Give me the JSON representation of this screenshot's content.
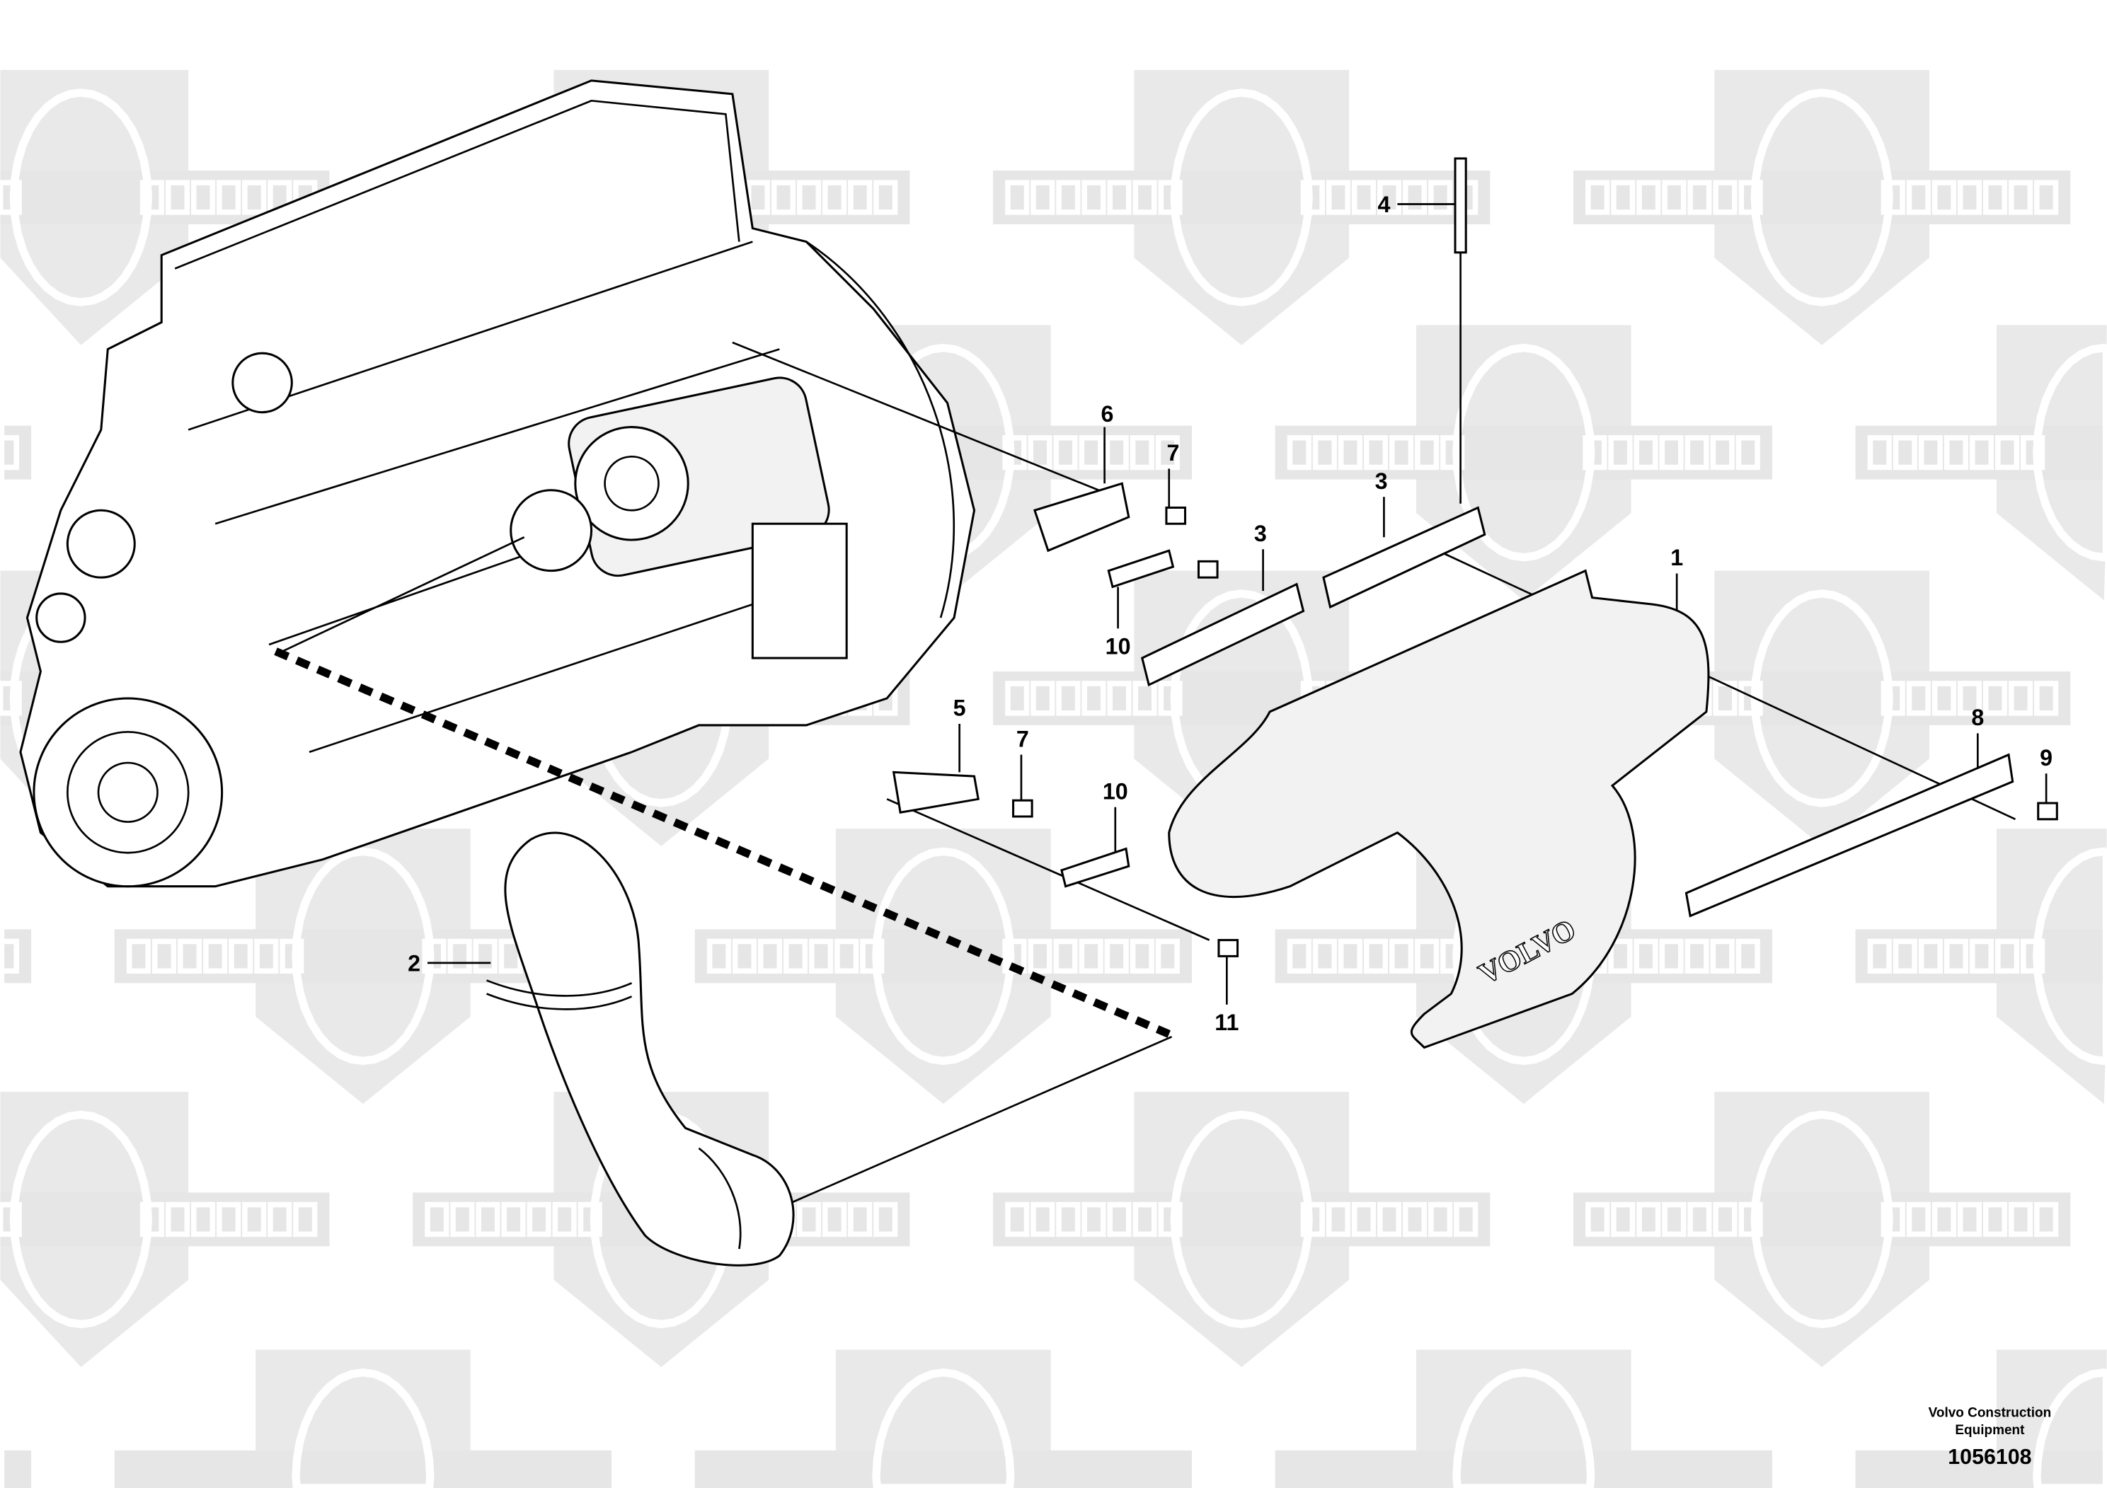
{
  "watermark": {
    "cyrillic": "КОМПАРТ",
    "latin": "COMPART"
  },
  "callouts": {
    "c1": "1",
    "c2": "2",
    "c3a": "3",
    "c3b": "3",
    "c4": "4",
    "c5": "5",
    "c6": "6",
    "c7a": "7",
    "c7b": "7",
    "c8": "8",
    "c9": "9",
    "c10a": "10",
    "c10b": "10",
    "c11": "11"
  },
  "cover_logo": "VOLVO",
  "footer": {
    "line1": "Volvo Construction",
    "line2": "Equipment",
    "number": "1056108"
  }
}
